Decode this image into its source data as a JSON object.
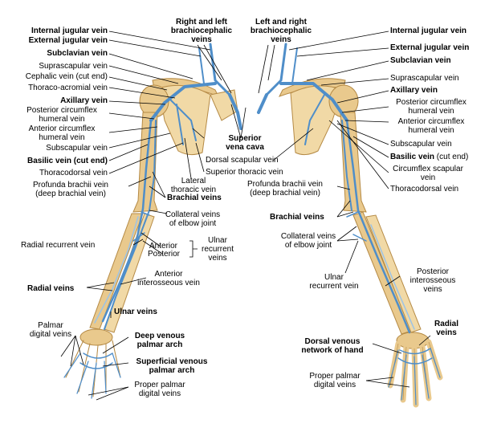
{
  "labels": {
    "internal_jugular_l": "Internal jugular vein",
    "external_jugular_l": "External jugular vein",
    "subclavian_l": "Subclavian vein",
    "suprascapular_l": "Suprascapular vein",
    "cephalic_cut": "Cephalic vein (cut end)",
    "thoraco_acromial": "Thoraco-acromial vein",
    "axillary_l": "Axillary vein",
    "post_circ_l": "Posterior circumflex\nhumeral vein",
    "ant_circ_l": "Anterior circumflex\nhumeral vein",
    "subscapular_l": "Subscapular vein",
    "basilic_cut_l": "Basilic vein (cut end)",
    "thoracodorsal_l": "Thoracodorsal vein",
    "profunda_l": "Profunda brachii vein\n(deep brachial vein)",
    "brachio_l": "Right and left\nbrachiocephalic\nveins",
    "brachio_r": "Left and right\nbrachiocephalic\nveins",
    "superior_vena_cava": "Superior\nvena cava",
    "dorsal_scapular": "Dorsal scapular vein",
    "superior_thoracic": "Superior thoracic vein",
    "lateral_thoracic": "Lateral\nthoracic vein",
    "brachial_l": "Brachial veins",
    "collateral_l": "Collateral veins\nof elbow joint",
    "radial_recurrent": "Radial recurrent vein",
    "anterior": "Anterior",
    "posterior": "Posterior",
    "ulnar_recurrent_l": "Ulnar\nrecurrent\nveins",
    "ant_interosseous": "Anterior\ninterosseous vein",
    "radial_veins_l": "Radial veins",
    "ulnar_veins": "Ulnar veins",
    "palmar_digital": "Palmar\ndigital veins",
    "deep_palmar_arch": "Deep venous\npalmar arch",
    "superficial_palmar_arch": "Superficial venous\npalmar arch",
    "proper_palmar_l": "Proper palmar\ndigital veins",
    "internal_jugular_r": "Internal jugular vein",
    "external_jugular_r": "External jugular vein",
    "subclavian_r": "Subclavian vein",
    "suprascapular_r": "Suprascapular vein",
    "axillary_r": "Axillary vein",
    "post_circ_r": "Posterior circumflex\nhumeral vein",
    "ant_circ_r": "Anterior circumflex\nhumeral vein",
    "subscapular_r": "Subscapular vein",
    "basilic_cut_r_name": "Basilic vein",
    "basilic_cut_r_suffix": " (cut end)",
    "circumflex_scapular": "Circumflex scapular\nvein",
    "thoracodorsal_r": "Thoracodorsal vein",
    "profunda_r": "Profunda brachii vein\n(deep brachial vein)",
    "brachial_r": "Brachial veins",
    "collateral_r": "Collateral veins\nof elbow joint",
    "ulnar_recurrent_r": "Ulnar\nrecurrent vein",
    "post_interosseous": "Posterior\ninterosseous\nveins",
    "radial_veins_r": "Radial\nveins",
    "dorsal_network": "Dorsal venous\nnetwork of hand",
    "proper_palmar_r": "Proper palmar\ndigital veins"
  },
  "colors": {
    "vein": "#4f8ec9",
    "bone": "#e9c98d",
    "bone_outline": "#b58a45",
    "text": "#000000"
  }
}
